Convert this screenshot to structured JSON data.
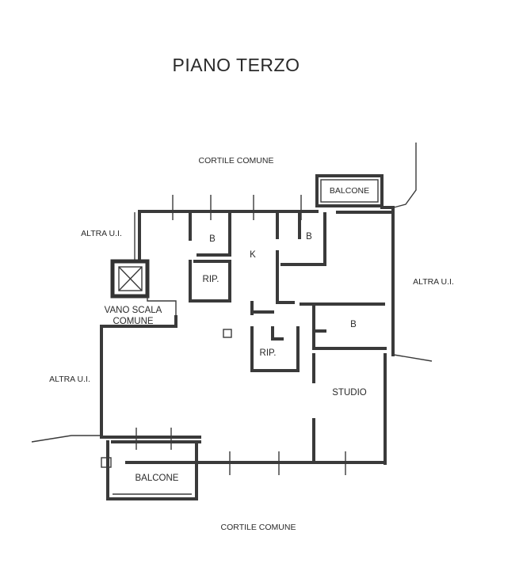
{
  "title": "PIANO TERZO",
  "labels": {
    "courtyard_top": "CORTILE COMUNE",
    "courtyard_bottom": "CORTILE COMUNE",
    "balcony_top": "BALCONE",
    "balcony_bottom": "BALCONE",
    "other_unit_left_top": "ALTRA U.I.",
    "other_unit_right": "ALTRA U.I.",
    "other_unit_left_bottom": "ALTRA U.I.",
    "bath_1": "B",
    "bath_2": "B",
    "bath_3": "B",
    "kitchen": "K",
    "storage_1": "RIP.",
    "storage_2": "RIP.",
    "stair_line1": "VANO SCALA",
    "stair_line2": "COMUNE",
    "studio": "STUDIO"
  }
}
